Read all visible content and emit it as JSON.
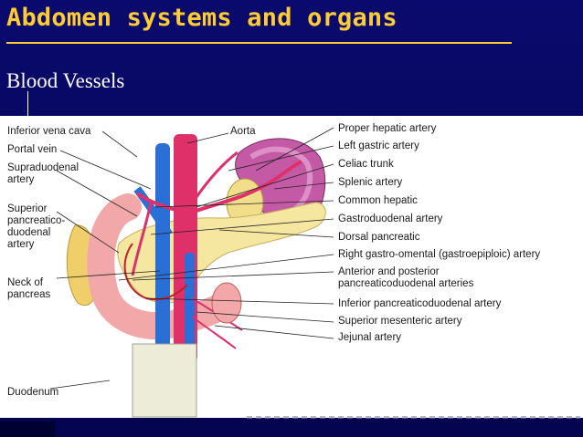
{
  "slide": {
    "title": "Abdomen systems and organs",
    "subtitle": "Blood Vessels"
  },
  "colors": {
    "title": "#ffcc33",
    "background": "#06065a",
    "artery": "#e0306a",
    "vein": "#2a6fd6",
    "pancreas": "#f5e6a0",
    "spleen": "#c45aa6"
  },
  "diagram": {
    "left_labels": {
      "inferior_vena_cava": "Inferior vena cava",
      "portal_vein": "Portal vein",
      "supraduodenal_artery": "Supraduodenal artery",
      "superior_pancreatico_duodenal_artery": "Superior pancreatico-duodenal artery",
      "neck_of_pancreas": "Neck of pancreas",
      "duodenum": "Duodenum"
    },
    "top_labels": {
      "aorta": "Aorta"
    },
    "right_labels": {
      "proper_hepatic_artery": "Proper hepatic artery",
      "left_gastric_artery": "Left gastric artery",
      "celiac_trunk": "Celiac trunk",
      "splenic_artery": "Splenic artery",
      "common_hepatic": "Common hepatic",
      "gastroduodenal_artery": "Gastroduodenal artery",
      "dorsal_pancreatic": "Dorsal pancreatic",
      "right_gastro_omental": "Right gastro-omental (gastroepiploic) artery",
      "anterior_posterior_pd": "Anterior and posterior pancreaticoduodenal arteries",
      "inferior_pd": "Inferior pancreaticoduodenal artery",
      "superior_mesenteric": "Superior mesenteric artery",
      "jejunal_artery": "Jejunal artery"
    }
  }
}
